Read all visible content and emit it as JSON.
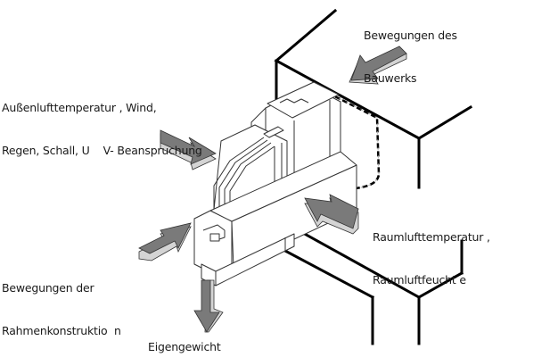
{
  "diagram": {
    "subject": "Window frame in wall opening - load influences",
    "labels": {
      "building_movement": [
        "Bewegungen des",
        "Bauwerks"
      ],
      "outside_conditions": [
        "Außenlufttemperatur , Wind,",
        "Regen, Schall, U    V- Beanspruchung"
      ],
      "room_conditions": [
        "Raumlufttemperatur ,",
        "Raumluftfeucht e"
      ],
      "frame_movement": [
        "Bewegungen der",
        "Rahmenkonstruktio  n"
      ],
      "self_weight": "Eigengewicht"
    },
    "colors": {
      "arrow_fill": "#7a7a7a",
      "arrow_side": "#d4d4d4",
      "wall_line": "#000000",
      "frame_line": "#333333",
      "text": "#1a1a1a"
    }
  }
}
